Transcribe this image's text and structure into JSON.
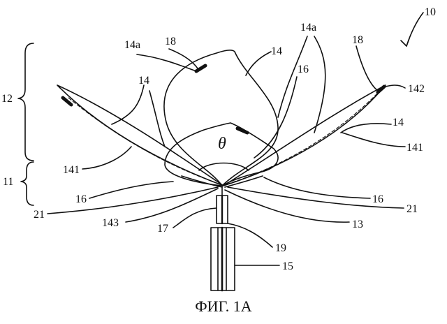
{
  "figure": {
    "caption": "ФИГ. 1А",
    "theta": "θ",
    "labels": {
      "l10": "10",
      "l12": "12",
      "l11": "11",
      "l14a_left": "14a",
      "l18_left": "18",
      "l14a_right": "14a",
      "l14_top": "14",
      "l14_left": "14",
      "l18_right": "18",
      "l142": "142",
      "l16_upper": "16",
      "l14_right": "14",
      "l141_right": "141",
      "l141_left": "141",
      "l16_left": "16",
      "l16_right": "16",
      "l21_left": "21",
      "l21_right": "21",
      "l143": "143",
      "l17": "17",
      "l13": "13",
      "l19": "19",
      "l15": "15"
    }
  }
}
